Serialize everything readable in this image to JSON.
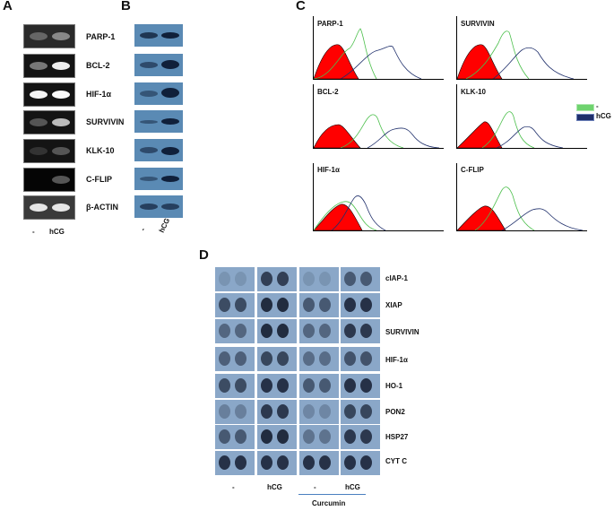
{
  "panels": {
    "a": "A",
    "b": "B",
    "c": "C",
    "d": "D"
  },
  "panel_a": {
    "genes": [
      "PARP-1",
      "BCL-2",
      "HIF-1α",
      "SURVIVIN",
      "KLK-10",
      "C-FLIP",
      "β-ACTIN"
    ],
    "conditions": [
      "-",
      "hCG"
    ]
  },
  "panel_b": {
    "conditions": [
      "-",
      "hCG"
    ]
  },
  "panel_c": {
    "plots": [
      "PARP-1",
      "SURVIVIN",
      "BCL-2",
      "KLK-10",
      "HIF-1α",
      "C-FLIP"
    ],
    "legend": [
      {
        "label": "-",
        "color": "#6fd36f"
      },
      {
        "label": "hCG",
        "color": "#1f2f6b"
      }
    ],
    "colors": {
      "isotype": "#ff0000",
      "control": "#4bbf4b",
      "hcg": "#1f2f6b"
    }
  },
  "panel_d": {
    "proteins": [
      "cIAP-1",
      "XIAP",
      "SURVIVIN",
      "HIF-1α",
      "HO-1",
      "PON2",
      "HSP27",
      "CYT C"
    ],
    "conditions": [
      "-",
      "hCG",
      "-",
      "hCG"
    ],
    "treatment": "Curcumin"
  }
}
